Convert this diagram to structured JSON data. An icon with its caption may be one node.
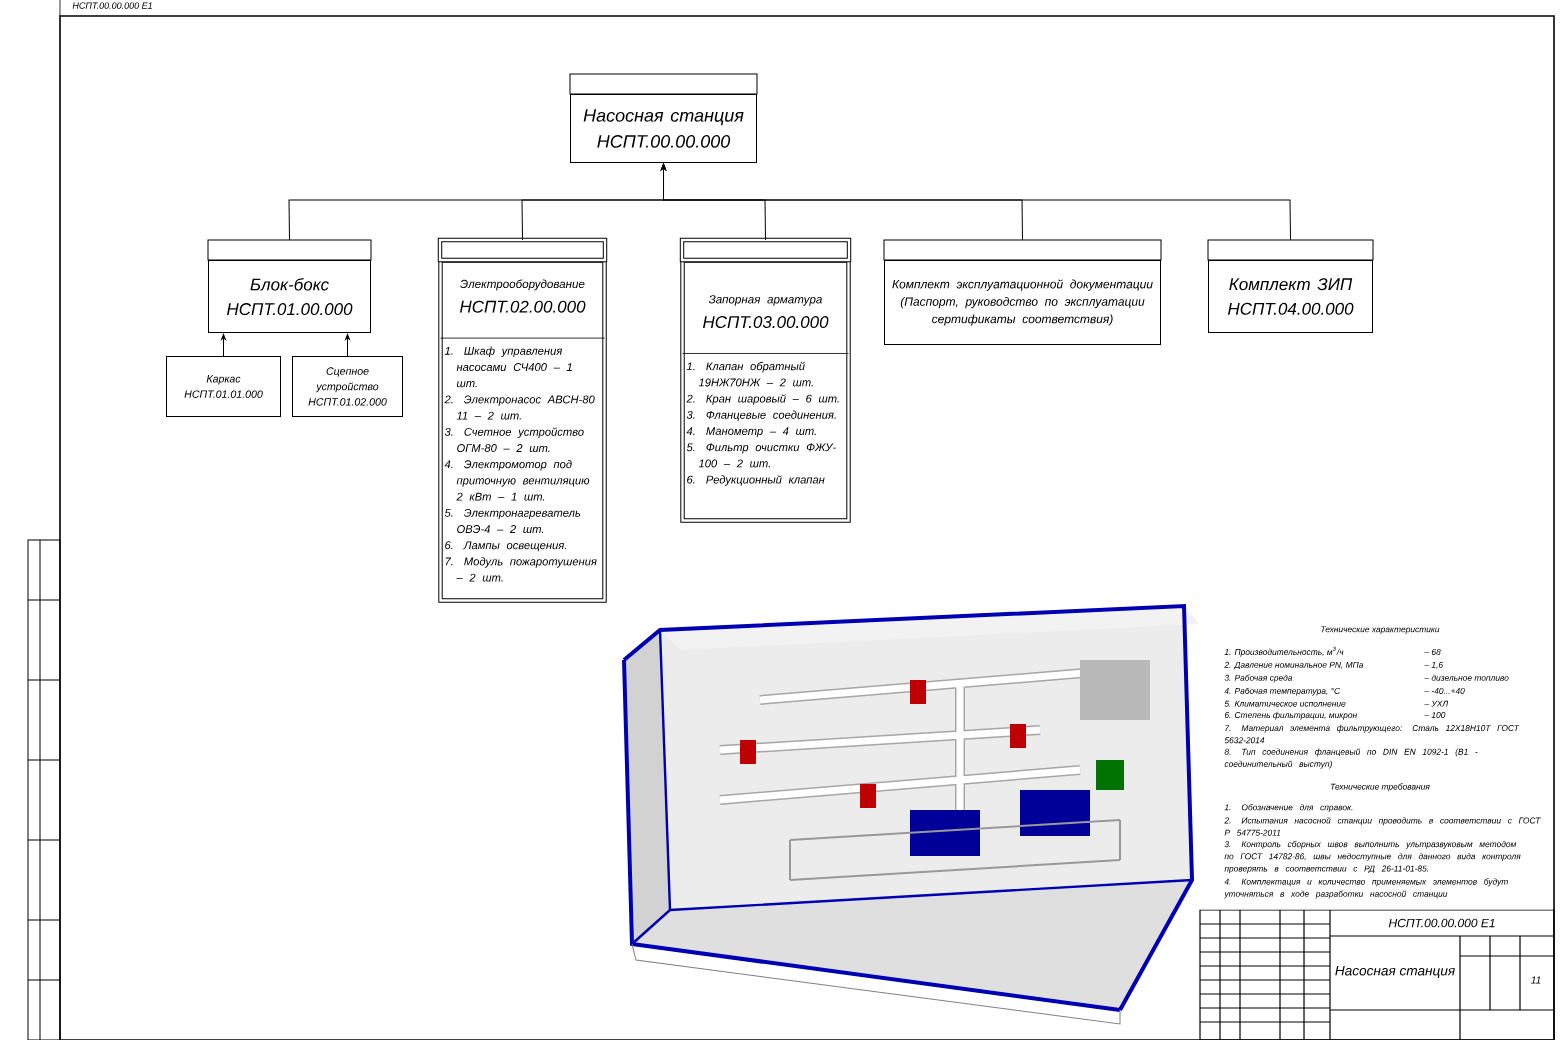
{
  "diagram": {
    "nodes": [
      {
        "text": [
          "Насосная станция",
          "НСПТ.00.00.000"
        ]
      },
      {
        "text": [
          "Блок-бокс",
          "НСПТ.01.00.000"
        ]
      },
      {
        "text": [
          "Электрооборудование",
          "НСПТ.02.00.000",
          "1. Шкаф управления насосами СЧ400 – 1 шт.",
          "2. Электронасос АВСН-80 11 – 2 шт.",
          "3. Счетное устройство ОГМ-80 – 2 шт.",
          "4. Электромотор под приточную вентиляцию 2 кВт – 1 шт.",
          "5. Электронагреватель ОВЭ-4 – 2 шт.",
          "6. Лампы освещения.",
          "7. Модуль пожаротушения – 2 шт."
        ]
      },
      {
        "text": [
          "Запорная арматура",
          "НСПТ.03.00.000",
          "1. Клапан обратный 19НЖ70НЖ – 2 шт.",
          "2. Кран шаровый – 6 шт.",
          "3. Фланцевые соединения.",
          "4. Манометр – 4 шт.",
          "5. Фильтр очистки ФЖУ-100 – 2 шт.",
          "6. Редукционный клапан"
        ]
      },
      {
        "text": [
          "Комплект эксплуатационной документации",
          "(Паспорт, руководство по эксплуатации сертификаты соответствия)"
        ]
      },
      {
        "text": [
          "Комплект ЗИП",
          "НСПТ.04.00.000"
        ]
      },
      {
        "text": [
          "Каркас",
          "НСПТ.01.01.000"
        ]
      },
      {
        "text": [
          "Сцепное устройство",
          "НСПТ.01.02.000"
        ]
      }
    ],
    "edges": [
      {
        "from": 1,
        "to": 0,
        "arrow": "to"
      },
      {
        "from": 2,
        "to": 0,
        "arrow": "to"
      },
      {
        "from": 3,
        "to": 0,
        "arrow": "to"
      },
      {
        "from": 4,
        "to": 0,
        "arrow": "to"
      },
      {
        "from": 5,
        "to": 0,
        "arrow": "to"
      },
      {
        "from": 6,
        "to": 1,
        "arrow": "to"
      },
      {
        "from": 7,
        "to": 1,
        "arrow": "to"
      }
    ],
    "labels": [
      "НСПТ.00.00.000 Е1",
      "Технические характеристики",
      "1. Производительность, м$^{3}$/ч",
      "– 68",
      "2. Давление номинальное PN, МПа",
      "– 1,6",
      "3. Рабочая среда",
      "– дизельное топливо",
      "4. Рабочая температура, °С",
      "– -40...+40",
      "5. Климатическое исполнение",
      "– УХЛ",
      "6. Степень фильтрации, микрон",
      "– 100",
      "7. Материал элемента фильтрующего: Сталь 12Х18Н10Т ГОСТ 5632-2014",
      "8. Тип соединения фланцевый по DIN EN 1092-1 (B1 - соединительный выступ)",
      "Технические требования",
      "1. Обозначение для справок.",
      "2. Испытания насосной станции проводить в соответствии с ГОСТ Р 54775-2011",
      "3. Контроль сборных швов выполнить ультразвуковым методом по ГОСТ 14782-86, швы недоступные для данного вида контроля проверять в соответствии с РД 26-11-01-85.",
      "4. Комплектация и количество применяемых элементов будут уточняться в ходе разработки насосной станции",
      "НСПТ.00.00.000 Е1",
      "Насосная станция",
      "11"
    ]
  }
}
